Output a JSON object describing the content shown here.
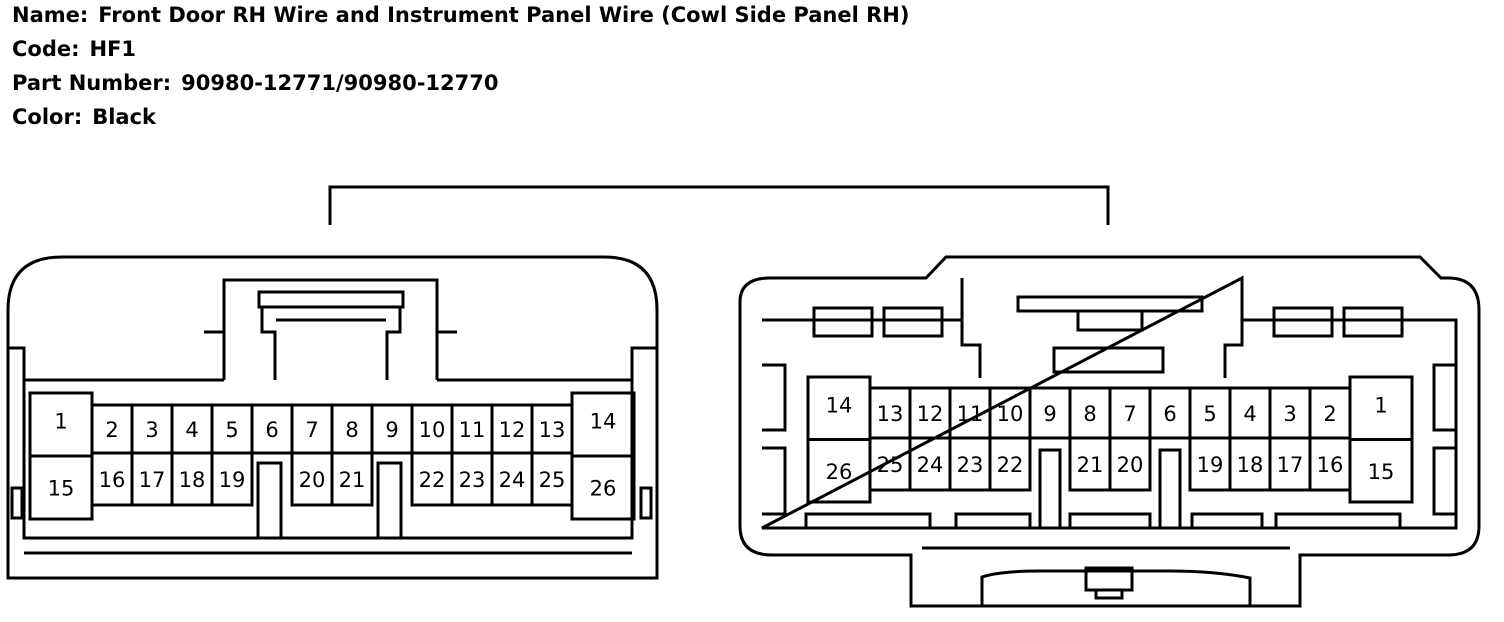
{
  "header": {
    "name_label": "Name:",
    "name_value": "Front Door RH Wire and Instrument Panel Wire (Cowl Side Panel RH)",
    "code_label": "Code:",
    "code_value": "HF1",
    "part_label": "Part Number:",
    "part_value": "90980-12771/90980-12770",
    "color_label": "Color:",
    "color_value": "Black"
  },
  "left_connector": {
    "top_row": [
      "1",
      "2",
      "3",
      "4",
      "5",
      "6",
      "7",
      "8",
      "9",
      "10",
      "11",
      "12",
      "13",
      "14"
    ],
    "bottom_row": [
      "15",
      "16",
      "17",
      "18",
      "19",
      "20",
      "21",
      "22",
      "23",
      "24",
      "25",
      "26"
    ]
  },
  "right_connector": {
    "top_row": [
      "14",
      "13",
      "12",
      "11",
      "10",
      "9",
      "8",
      "7",
      "6",
      "5",
      "4",
      "3",
      "2",
      "1"
    ],
    "bottom_row": [
      "26",
      "25",
      "24",
      "23",
      "22",
      "21",
      "20",
      "19",
      "18",
      "17",
      "16",
      "15"
    ]
  }
}
